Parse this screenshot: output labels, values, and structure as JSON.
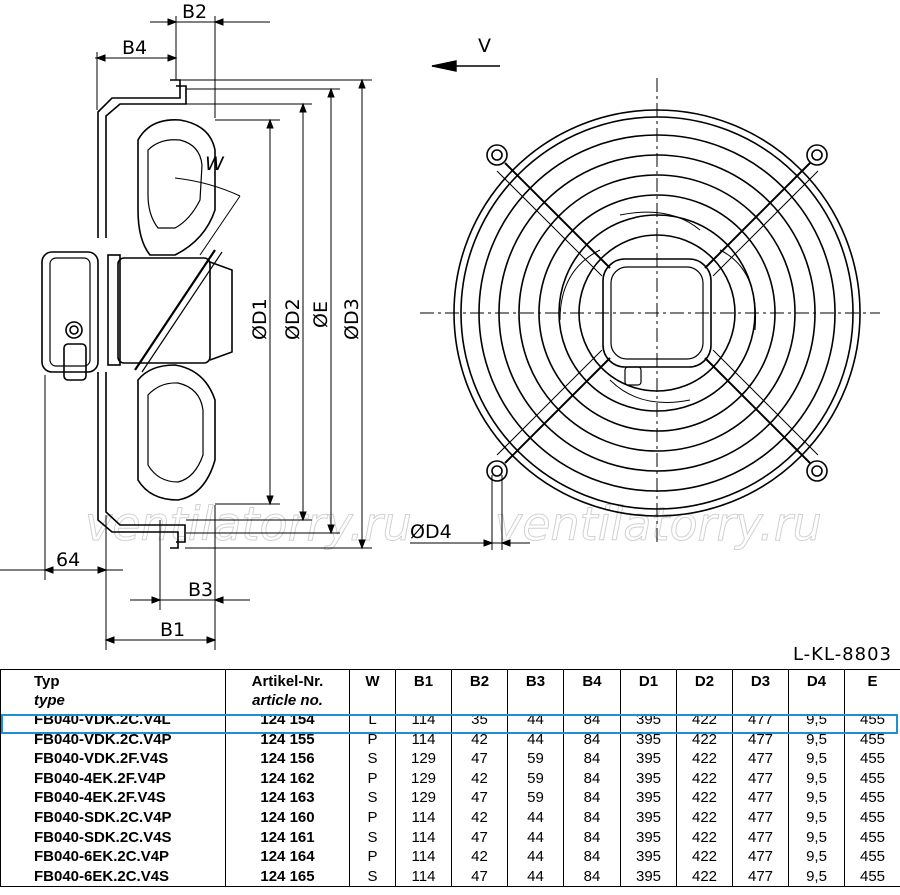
{
  "drawing": {
    "dims": {
      "b2": "B2",
      "b4": "B4",
      "b3": "B3",
      "b1": "B1",
      "dim64": "64",
      "w": "W",
      "d1": "ØD1",
      "d2": "ØD2",
      "e": "ØE",
      "d3": "ØD3",
      "d4": "ØD4",
      "view": "V"
    },
    "watermark": "ventilatorry.ru",
    "reference": "L-KL-8803"
  },
  "table": {
    "headers": [
      {
        "main": "Typ",
        "sub": "type"
      },
      {
        "main": "Artikel-Nr.",
        "sub": "article no."
      },
      {
        "main": "W",
        "sub": ""
      },
      {
        "main": "B1",
        "sub": ""
      },
      {
        "main": "B2",
        "sub": ""
      },
      {
        "main": "B3",
        "sub": ""
      },
      {
        "main": "B4",
        "sub": ""
      },
      {
        "main": "D1",
        "sub": ""
      },
      {
        "main": "D2",
        "sub": ""
      },
      {
        "main": "D3",
        "sub": ""
      },
      {
        "main": "D4",
        "sub": ""
      },
      {
        "main": "E",
        "sub": ""
      }
    ],
    "rows": [
      [
        "FB040-VDK.2C.V4L",
        "124 154",
        "L",
        "114",
        "35",
        "44",
        "84",
        "395",
        "422",
        "477",
        "9,5",
        "455"
      ],
      [
        "FB040-VDK.2C.V4P",
        "124 155",
        "P",
        "114",
        "42",
        "44",
        "84",
        "395",
        "422",
        "477",
        "9,5",
        "455"
      ],
      [
        "FB040-VDK.2F.V4S",
        "124 156",
        "S",
        "129",
        "47",
        "59",
        "84",
        "395",
        "422",
        "477",
        "9,5",
        "455"
      ],
      [
        "FB040-4EK.2F.V4P",
        "124 162",
        "P",
        "129",
        "42",
        "59",
        "84",
        "395",
        "422",
        "477",
        "9,5",
        "455"
      ],
      [
        "FB040-4EK.2F.V4S",
        "124 163",
        "S",
        "129",
        "47",
        "59",
        "84",
        "395",
        "422",
        "477",
        "9,5",
        "455"
      ],
      [
        "FB040-SDK.2C.V4P",
        "124 160",
        "P",
        "114",
        "42",
        "44",
        "84",
        "395",
        "422",
        "477",
        "9,5",
        "455"
      ],
      [
        "FB040-SDK.2C.V4S",
        "124 161",
        "S",
        "114",
        "47",
        "44",
        "84",
        "395",
        "422",
        "477",
        "9,5",
        "455"
      ],
      [
        "FB040-6EK.2C.V4P",
        "124 164",
        "P",
        "114",
        "42",
        "44",
        "84",
        "395",
        "422",
        "477",
        "9,5",
        "455"
      ],
      [
        "FB040-6EK.2C.V4S",
        "124 165",
        "S",
        "114",
        "47",
        "44",
        "84",
        "395",
        "422",
        "477",
        "9,5",
        "455"
      ]
    ],
    "highlight_color": "#1e8fd6"
  }
}
